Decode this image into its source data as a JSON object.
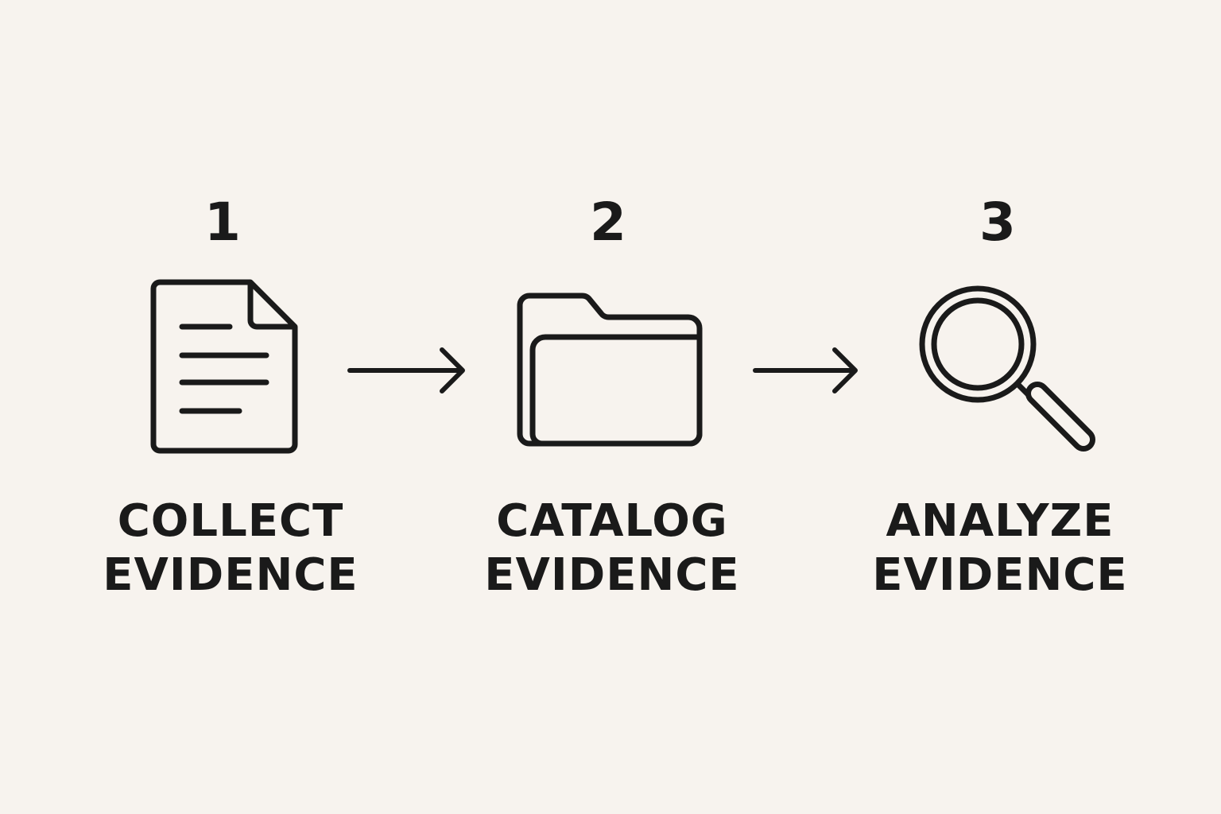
{
  "steps": [
    {
      "number": "1",
      "icon": "document-icon",
      "label_line1": "COLLECT",
      "label_line2": "EVIDENCE"
    },
    {
      "number": "2",
      "icon": "folder-icon",
      "label_line1": "CATALOG",
      "label_line2": "EVIDENCE"
    },
    {
      "number": "3",
      "icon": "magnifier-icon",
      "label_line1": "ANALYZE",
      "label_line2": "EVIDENCE"
    }
  ],
  "connectors": [
    "arrow-right-icon",
    "arrow-right-icon"
  ],
  "colors": {
    "background": "#f7f3ee",
    "ink": "#1a1a1a"
  }
}
